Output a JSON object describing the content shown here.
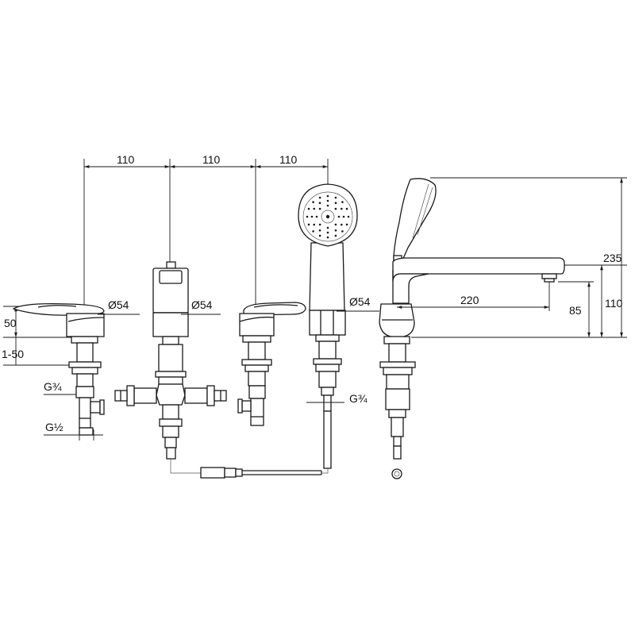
{
  "dimensions": {
    "spacing_1": "110",
    "spacing_2": "110",
    "spacing_3": "110",
    "diameter_mixer": "Ø54",
    "diameter_diverter": "Ø54",
    "diameter_shower": "Ø54",
    "handle_height": "50",
    "deck_range": "1-50",
    "thread_g34_left": "G¾",
    "thread_g12": "G½",
    "thread_g34_right": "G¾",
    "spout_reach": "220",
    "spout_outlet_height": "85",
    "spout_height": "110",
    "overall_height": "235"
  },
  "colors": {
    "line": "#1a1a1a",
    "background": "#ffffff"
  }
}
